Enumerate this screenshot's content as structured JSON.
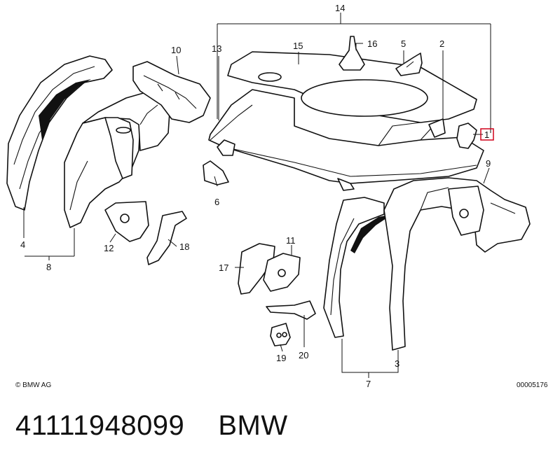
{
  "diagram": {
    "callouts": {
      "c1": "1",
      "c2": "2",
      "c3": "3",
      "c4": "4",
      "c5": "5",
      "c6": "6",
      "c7": "7",
      "c8": "8",
      "c9": "9",
      "c10": "10",
      "c11": "11",
      "c12": "12",
      "c13": "13",
      "c14": "14",
      "c15": "15",
      "c16": "16",
      "c17": "17",
      "c18": "18",
      "c19": "19",
      "c20": "20"
    },
    "highlighted_callout": "1",
    "highlight_color": "#d0021b",
    "copyright": "© BMW AG",
    "figure_id": "00005176"
  },
  "caption": {
    "part_number": "41111948099",
    "brand": "BMW"
  }
}
